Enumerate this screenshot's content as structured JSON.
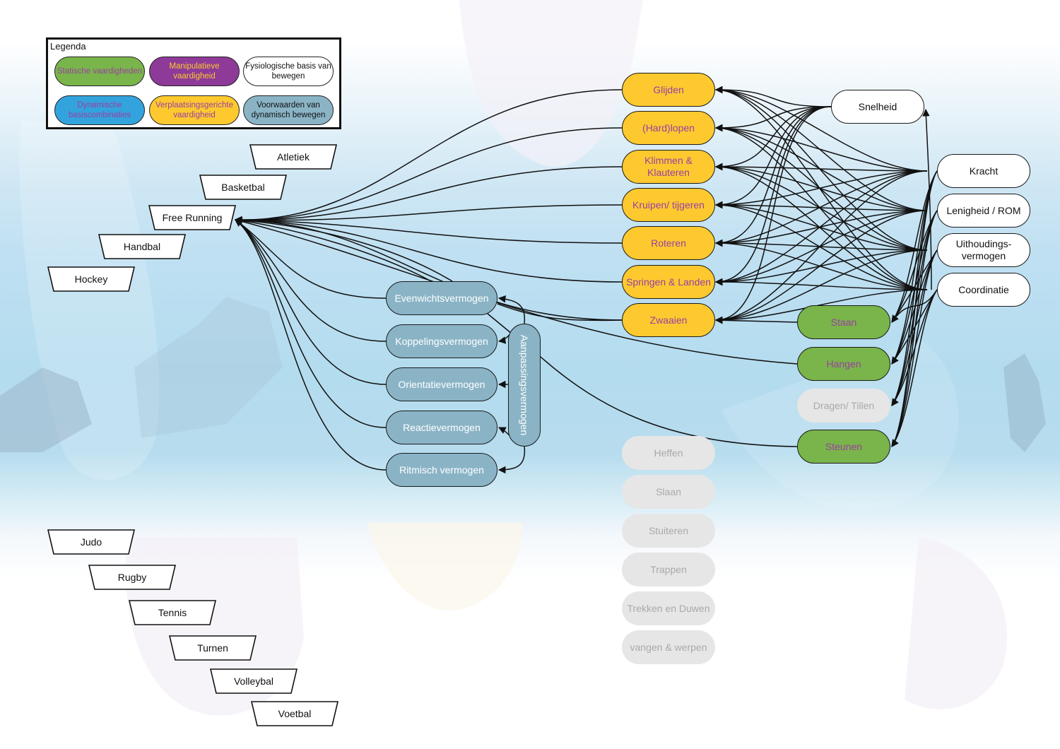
{
  "legend": {
    "title": "Legenda",
    "items": [
      {
        "label": "Statische vaardigheden",
        "fill": "#79b54a",
        "text": "#9b3fa3"
      },
      {
        "label": "Manipulatieve vaardigheid",
        "fill": "#8e3a98",
        "text": "#fdc92f"
      },
      {
        "label": "Fysiologische basis van bewegen",
        "fill": "#ffffff",
        "text": "#111111"
      },
      {
        "label": "Dynamische basiscombinaties",
        "fill": "#33a3dd",
        "text": "#9b3fa3"
      },
      {
        "label": "Verplaatsingsgerichte vaardigheid",
        "fill": "#fdc92f",
        "text": "#9b3fa3"
      },
      {
        "label": "Voorwaarden van dynamisch bewegen",
        "fill": "#8ab4c6",
        "text": "#111111"
      }
    ]
  },
  "sports": {
    "top": [
      "Atletiek",
      "Basketbal",
      "Free Running",
      "Handbal",
      "Hockey"
    ],
    "bottom": [
      "Judo",
      "Rugby",
      "Tennis",
      "Turnen",
      "Volleybal",
      "Voetbal"
    ]
  },
  "locomotor": [
    "Glijden",
    "(Hard)lopen",
    "Klimmen & Klauteren",
    "Kruipen/ tijgeren",
    "Roteren",
    "Springen & Landen",
    "Zwaaien"
  ],
  "manipulative_inactive": [
    "Heffen",
    "Slaan",
    "Stuiteren",
    "Trappen",
    "Trekken en Duwen",
    "vangen & werpen"
  ],
  "physiological": [
    "Snelheid",
    "Kracht",
    "Lenigheid / ROM",
    "Uithoudings- vermogen",
    "Coordinatie"
  ],
  "static": [
    {
      "label": "Staan",
      "active": true
    },
    {
      "label": "Hangen",
      "active": true
    },
    {
      "label": "Dragen/ Tillen",
      "active": false
    },
    {
      "label": "Steunen",
      "active": true
    }
  ],
  "coordination": {
    "group_label": "Aanpassingsvermogen",
    "items": [
      "Evenwichtsvermogen",
      "Koppelingsvermogen",
      "Orientatievermogen",
      "Reactievermogen",
      "Ritmisch vermogen"
    ]
  },
  "colors": {
    "yellow": "#fdc92f",
    "green": "#79b54a",
    "steel": "#8ab4c6",
    "purple_text": "#9b3fa3",
    "inactive": "#e6e6e6",
    "edge": "#111111"
  }
}
